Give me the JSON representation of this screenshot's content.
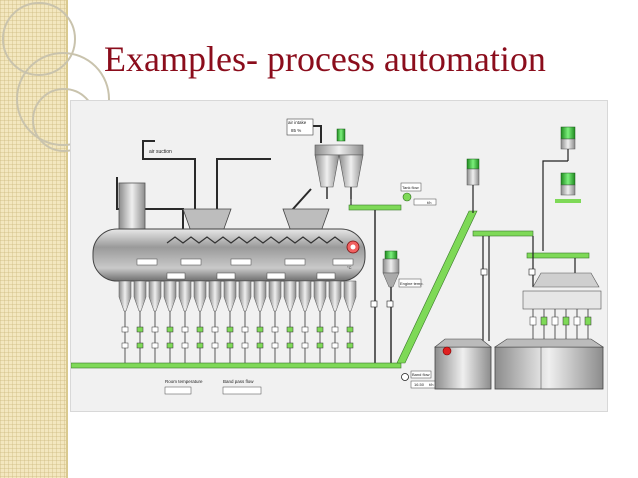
{
  "slide": {
    "title": "Examples- process automation"
  },
  "diagram": {
    "labels": {
      "air_suction": "air suction",
      "air_intake": "air intake",
      "air_intake_value": "85 %",
      "tank_flow": "Tank flow",
      "tank_flow_unit": "t/h",
      "engine_temp": "Engine temp.",
      "room_temperature": "Room temperature",
      "band_pass_flow": "Band pass flow",
      "band_flow": "Band flow",
      "band_flow_value": "16.50",
      "band_flow_unit": "t/h",
      "temp_unit": "°C"
    }
  },
  "colors": {
    "pipe_green": "#7ed957",
    "motor_green": "#3cb83c",
    "title_red": "#8b0d1c",
    "alarm_red": "#e02020"
  }
}
